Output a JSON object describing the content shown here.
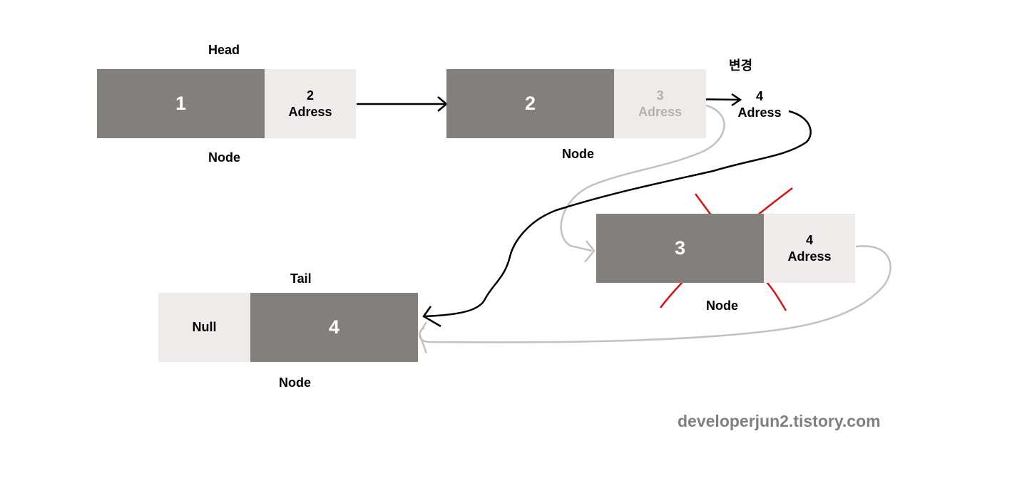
{
  "labels": {
    "head": "Head",
    "tail": "Tail",
    "changed": "변경",
    "node": "Node"
  },
  "nodes": {
    "n1": {
      "value": "1",
      "pointer_num": "2",
      "pointer_text": "Adress"
    },
    "n2": {
      "value": "2",
      "pointer_num": "3",
      "pointer_text": "Adress",
      "new_pointer_num": "4",
      "new_pointer_text": "Adress"
    },
    "n3": {
      "value": "3",
      "pointer_num": "4",
      "pointer_text": "Adress"
    },
    "n4": {
      "value": "4",
      "pointer_text": "Null"
    }
  },
  "watermark": "developerjun2.tistory.com",
  "colors": {
    "node_value_bg": "#837f7d",
    "node_pointer_bg": "#efebea",
    "arrow": "#000000",
    "old_arrow": "#c4c1bf",
    "delete_mark": "#e01010",
    "watermark": "#837f7d"
  }
}
